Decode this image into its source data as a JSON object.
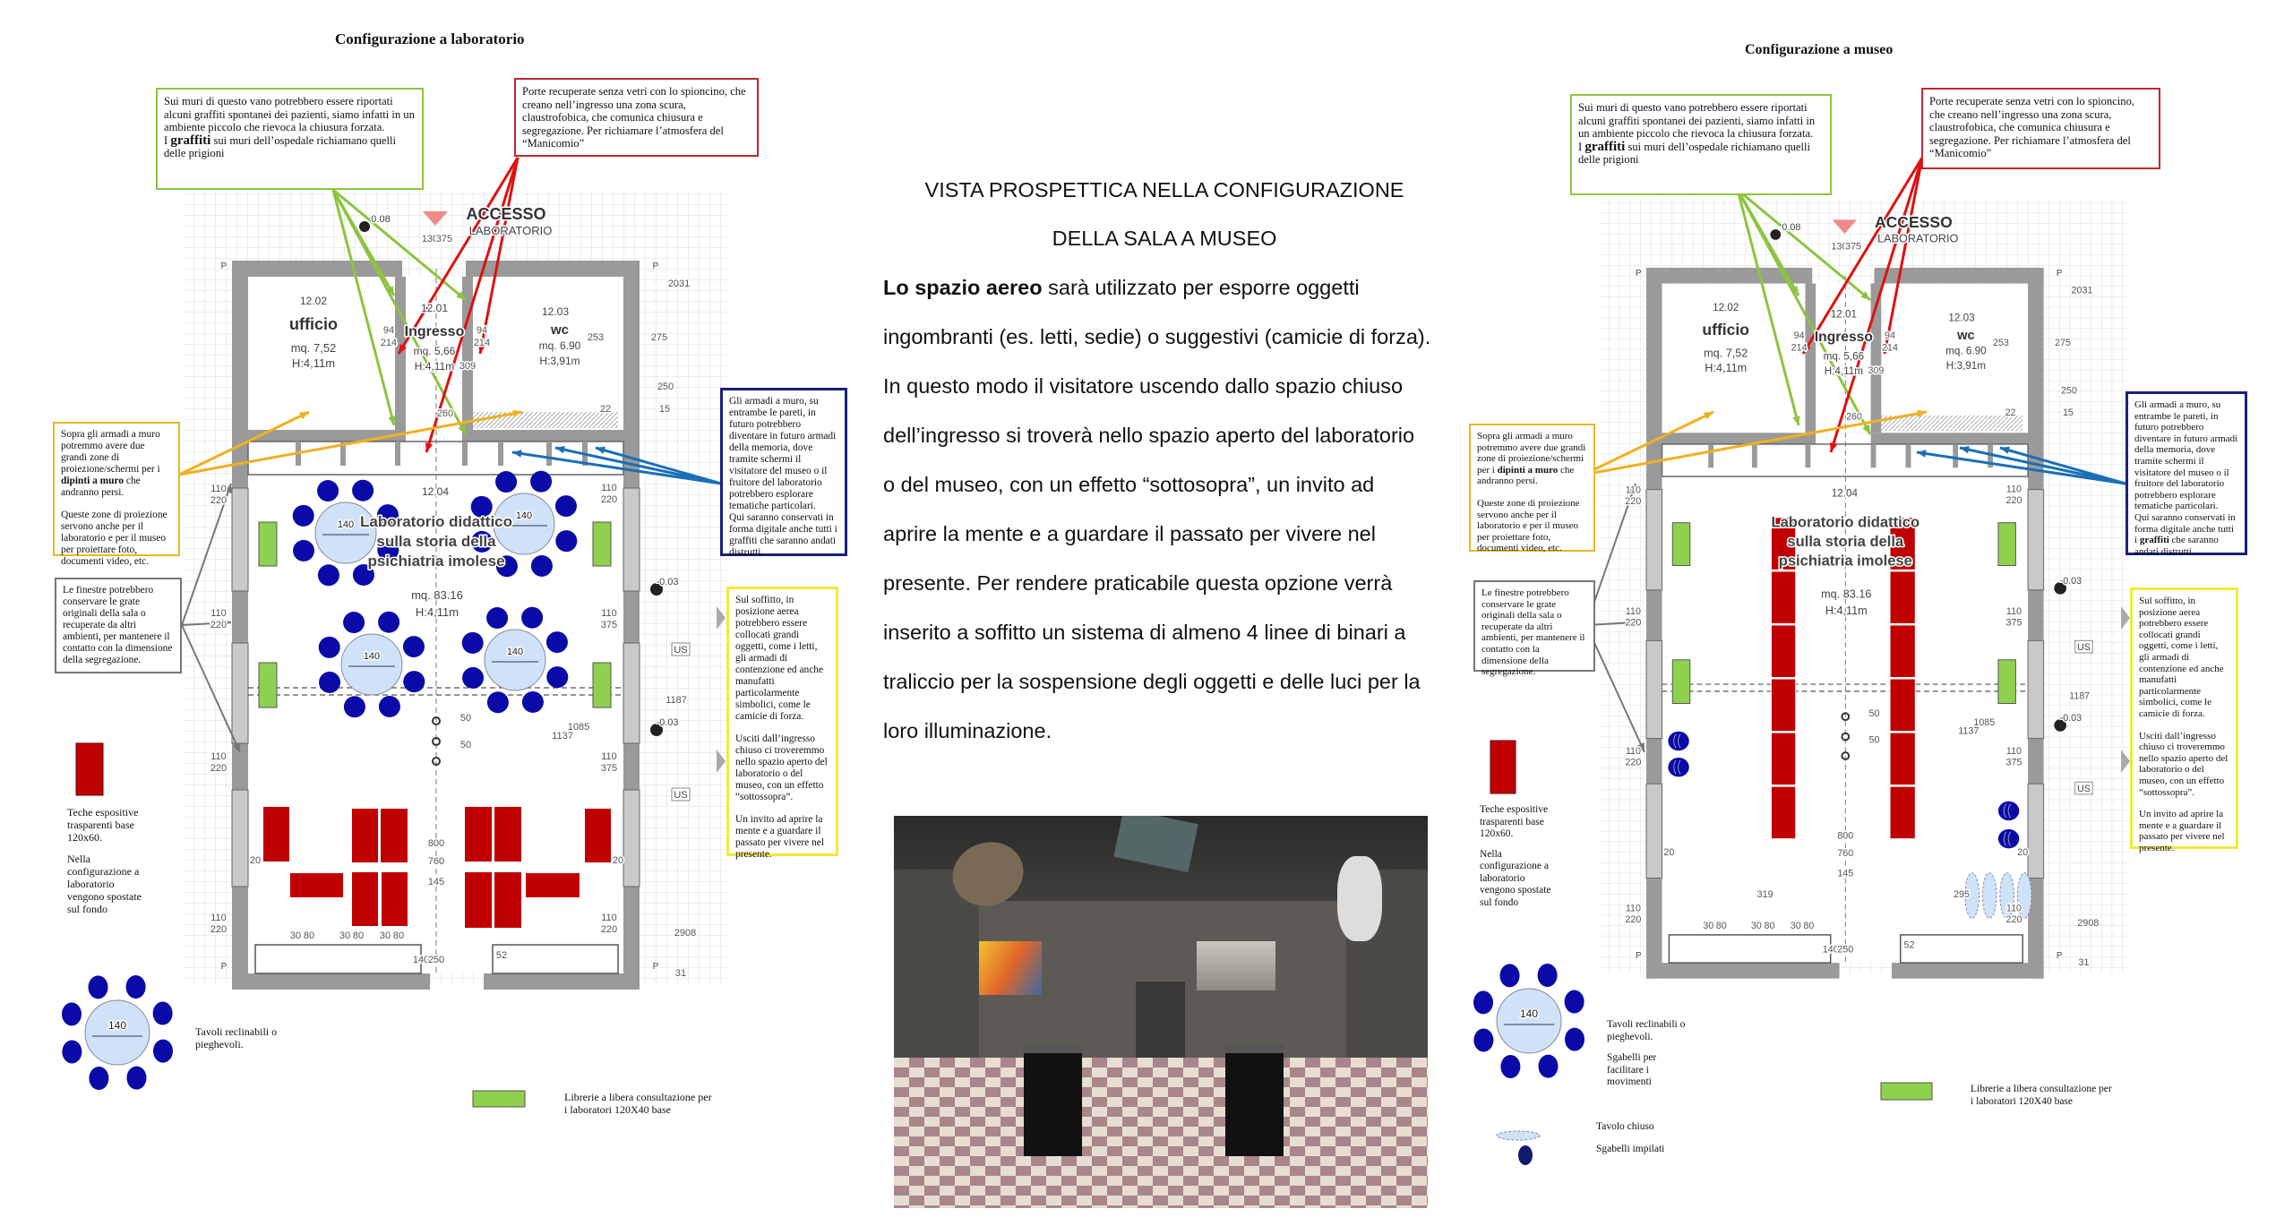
{
  "left": {
    "title": "Configurazione a laboratorio",
    "legend": {
      "teche": [
        "Teche espositive",
        "trasparenti base",
        "120x60.",
        "Nella",
        "configurazione a",
        "laboratorio",
        "vengono  spostate",
        "sul fondo"
      ],
      "table_size": "140",
      "tavoli": [
        "Tavoli reclinabili o",
        "pieghevoli."
      ],
      "librerie": [
        "Librerie a libera consultazione  per",
        "i laboratori  120X40 base"
      ]
    }
  },
  "right": {
    "title": "Configurazione a museo",
    "legend": {
      "teche": [
        "Teche espositive",
        "trasparenti base",
        "120x60.",
        "Nella",
        "configurazione a",
        "laboratorio",
        "vengono  spostate",
        "sul fondo"
      ],
      "table_size": "140",
      "tavoli": [
        "Tavoli reclinabili o",
        "pieghevoli."
      ],
      "sgabelli": [
        "Sgabelli  per",
        "facilitare i",
        "movimenti"
      ],
      "tavolo_chiuso": "Tavolo chiuso",
      "sgabelli_impilati": "Sgabelli impilati",
      "librerie": [
        "Librerie a libera consultazione  per",
        "i laboratori  120X40 base"
      ]
    }
  },
  "notes": {
    "graffiti_a": "Sui muri di questo vano potrebbero essere riportati alcuni graffiti spontanei dei pazienti, siamo infatti in un ambiente piccolo che rievoca la chiusura forzata.",
    "graffiti_b1": "I ",
    "graffiti_b2": "graffiti",
    "graffiti_b3": " sui muri dell’ospedale richiamano quelli delle prigioni",
    "porte": "Porte  recuperate senza vetri con lo spioncino, che creano nell’ingresso una zona scura, claustrofobica,  che comunica chiusura e segregazione. Per richiamare l’atmosfera del “Manicomio”",
    "proiezione_a1": "Sopra gli armadi a muro potremmo avere due grandi zone di proiezione/schermi per i ",
    "proiezione_a2": "dipinti a muro",
    "proiezione_a3": " che andranno persi.",
    "proiezione_b": "Queste zone di proiezione servono anche per il laboratorio e per il museo per proiettare foto, documenti video, etc.",
    "finestre": "Le finestre potrebbero conservare le grate originali della sala o recuperate da altri ambienti, per mantenere il contatto con la dimensione della segregazione.",
    "armadi_a": "Gli  armadi a muro, su entrambe le pareti,   in futuro potrebbero diventare in futuro armadi della memoria, dove tramite schermi il visitatore del museo o il fruitore del laboratorio potrebbero esplorare tematiche particolari.",
    "armadi_b1": "Qui saranno conservati in forma digitale anche tutti i ",
    "armadi_b2": "graffiti",
    "armadi_b3": " che saranno andati distrutti.",
    "soffitto_a": "Sul soffitto, in posizione aerea potrebbero essere collocati grandi oggetti, come i letti, gli armadi di contenzione ed anche manufatti particolarmente simbolici, come le camicie di forza.",
    "soffitto_b": "Usciti dall’ingresso chiuso ci troveremmo nello spazio aperto del laboratorio o del museo, con un effetto “sottossopra”.",
    "soffitto_c": "Un invito ad aprire la mente e a guardare il passato per vivere nel presente."
  },
  "plan": {
    "access": "ACCESSO",
    "access_sub": "LABORATORIO",
    "rooms": {
      "ufficio": {
        "num": "12.02",
        "name": "ufficio",
        "area": "mq. 7,52",
        "height": "H:4,11m"
      },
      "ingresso": {
        "num": "12.01",
        "name": "Ingresso",
        "area": "mq. 5,66",
        "height": "H:4,11m"
      },
      "wc": {
        "num": "12.03",
        "name": "wc",
        "area": "mq. 6.90",
        "height": "H:3,91m"
      },
      "lab": {
        "num": "12.04",
        "name": [
          "Laboratorio didattico",
          "sulla storia della",
          "psichiatria imolese"
        ],
        "area": "mq. 83.16",
        "height": "H:4,11m"
      }
    },
    "levels": [
      "0.08",
      "-0.03",
      "-0.03"
    ],
    "us": "US",
    "p": "P",
    "dims": [
      "110",
      "220",
      "110",
      "220",
      "110",
      "220",
      "110",
      "375",
      "110",
      "220",
      "110",
      "375",
      "110",
      "220",
      "110",
      "220",
      "94",
      "214",
      "94",
      "214",
      "130",
      "375",
      "309",
      "253",
      "275",
      "2031",
      "250",
      "15",
      "22",
      "260",
      "1085",
      "1137",
      "1187",
      "2908",
      "800",
      "760",
      "145",
      "20",
      "20",
      "50",
      "50",
      "140",
      "250",
      "52",
      "31",
      "30",
      "80",
      "30",
      "80",
      "30",
      "80"
    ],
    "dims_museum": [
      "319",
      "295"
    ]
  },
  "middle": {
    "title_1": "VISTA PROSPETTICA NELLA CONFIGURAZIONE",
    "title_2": "DELLA SALA A MUSEO",
    "lead_bold": "Lo spazio aereo",
    "lines": [
      " sarà utilizzato per esporre oggetti",
      "ingombranti (es. letti, sedie) o suggestivi (camicie di forza).",
      "In questo modo il visitatore uscendo dallo spazio chiuso",
      "dell’ingresso si troverà nello spazio aperto del laboratorio",
      "o del museo, con un effetto “sottosopra”, un invito ad",
      "aprire la mente e a guardare il passato per vivere nel",
      "presente. Per rendere praticabile questa opzione verrà",
      "inserito a soffitto un sistema di almeno 4 linee di binari a",
      "traliccio per la sospensione degli oggetti e delle luci per la",
      "loro illuminazione."
    ]
  },
  "colors": {
    "teca": "#c00000",
    "table": "#cfe2f8",
    "chair": "#0a0aa8",
    "library": "#8fd14f",
    "wall": "#9a9a9a"
  }
}
